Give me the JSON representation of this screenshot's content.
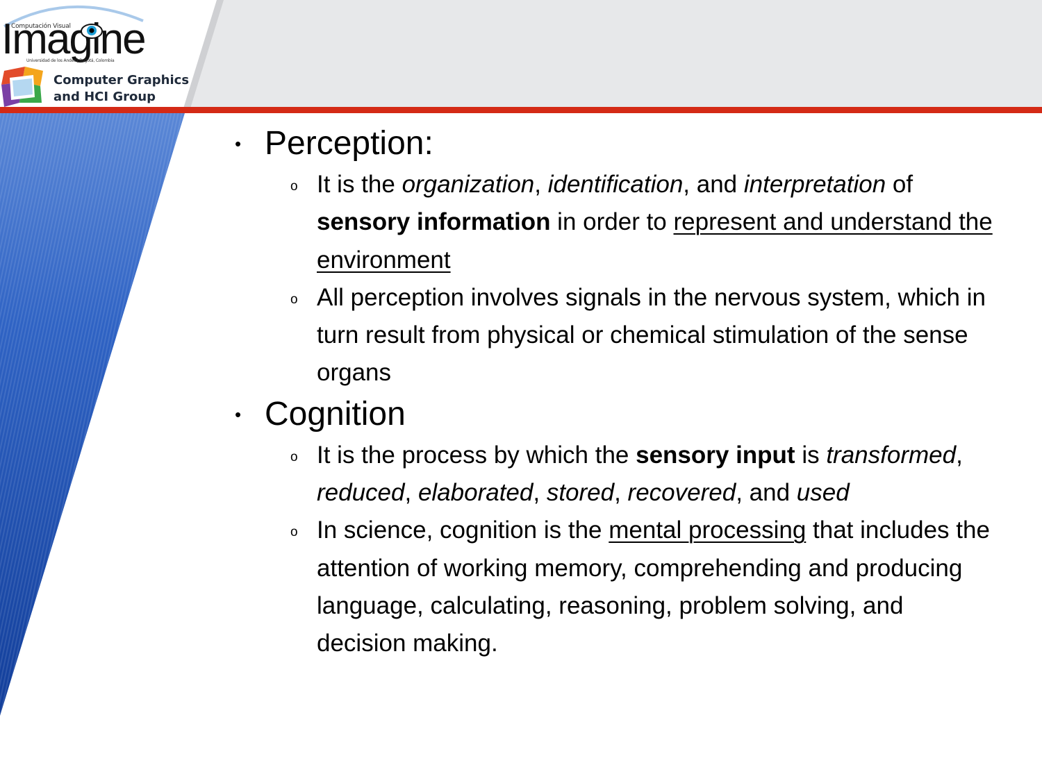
{
  "header": {
    "logo": {
      "caption": "Computación Visual",
      "word": "Imagine",
      "subtitle": "Universidad de los Andes | Bogotá, Colombia",
      "group_line1": "Computer Graphics",
      "group_line2": "and HCI Group"
    },
    "colors": {
      "band": "#e7e8ea",
      "rule": "#d42a16",
      "shard": "#1c4fae"
    }
  },
  "content": [
    {
      "heading": "Perception:",
      "items": [
        {
          "runs": [
            {
              "t": "It is the "
            },
            {
              "t": "organization",
              "s": "i"
            },
            {
              "t": ", "
            },
            {
              "t": "identification",
              "s": "i"
            },
            {
              "t": ", and "
            },
            {
              "t": "interpretation",
              "s": "i"
            },
            {
              "t": " of "
            },
            {
              "t": "sensory information",
              "s": "b"
            },
            {
              "t": " in order to "
            },
            {
              "t": "represent and understand the environment",
              "s": "u"
            }
          ]
        },
        {
          "runs": [
            {
              "t": "All perception involves signals in the nervous system, which in turn result from physical or chemical stimulation of the sense organs"
            }
          ]
        }
      ]
    },
    {
      "heading": "Cognition",
      "items": [
        {
          "runs": [
            {
              "t": "It is the process by which the "
            },
            {
              "t": "sensory input",
              "s": "b"
            },
            {
              "t": " is "
            },
            {
              "t": "transformed",
              "s": "i"
            },
            {
              "t": ", "
            },
            {
              "t": "reduced",
              "s": "i"
            },
            {
              "t": ", "
            },
            {
              "t": "elaborated",
              "s": "i"
            },
            {
              "t": ", "
            },
            {
              "t": "stored",
              "s": "i"
            },
            {
              "t": ", "
            },
            {
              "t": "recovered",
              "s": "i"
            },
            {
              "t": ", and "
            },
            {
              "t": "used",
              "s": "i"
            }
          ]
        },
        {
          "runs": [
            {
              "t": "In science, cognition is the "
            },
            {
              "t": "mental processing",
              "s": "u"
            },
            {
              "t": " that includes the attention of working memory, comprehending and producing language, calculating, reasoning, problem solving, and decision making."
            }
          ]
        }
      ]
    }
  ]
}
